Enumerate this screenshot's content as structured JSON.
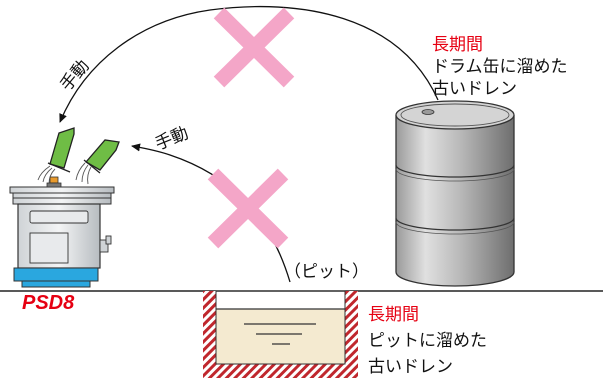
{
  "colors": {
    "x_mark": "#f4a6c8",
    "bucket_green": "#6fbd45",
    "psd_blue": "#2aa7df",
    "psd_label": "#e60012",
    "emphasis_red": "#e60012",
    "pit_hatch": "#c0272d",
    "pit_fluid": "#f4ead0"
  },
  "labels": {
    "manual_top": "手動",
    "manual_mid": "手動",
    "pit": "（ピット）",
    "device": "PSD8",
    "drum_heading": "長期間",
    "drum_line1": "ドラム缶に溜めた",
    "drum_line2": "古いドレン",
    "pit_heading": "長期間",
    "pit_line1": "ピットに溜めた",
    "pit_line2": "古いドレン"
  },
  "icons": [
    "cross-mark-icon",
    "bucket-icon",
    "drum-icon",
    "psd8-device-icon",
    "pit-icon"
  ]
}
